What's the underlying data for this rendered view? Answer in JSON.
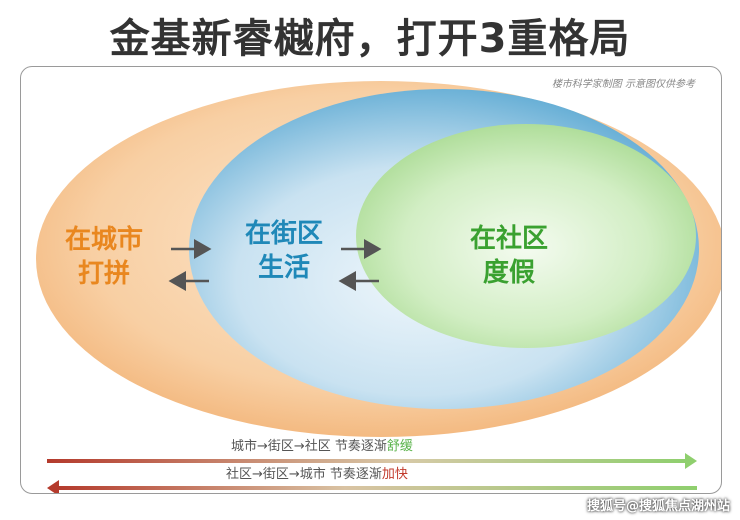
{
  "title": "金基新睿樾府，打开3重格局",
  "note": "楼市科学家制图 示意图仅供参考",
  "circles": {
    "city": {
      "line1": "在城市",
      "line2": "打拼"
    },
    "street": {
      "line1": "在街区",
      "line2": "生活"
    },
    "community": {
      "line1": "在社区",
      "line2": "度假"
    }
  },
  "axis": {
    "top": {
      "prefix": "城市→街区→社区 节奏逐渐",
      "emph": "舒缓"
    },
    "bottom": {
      "prefix": "社区→街区→城市 节奏逐渐",
      "emph": "加快"
    }
  },
  "watermark": "搜狐号@搜狐焦点湖州站",
  "colors": {
    "city": "#f6c08c",
    "street": "#6fb3d8",
    "community": "#b6e3a4",
    "slow": "#5ab34a",
    "fast": "#c23a2c"
  }
}
